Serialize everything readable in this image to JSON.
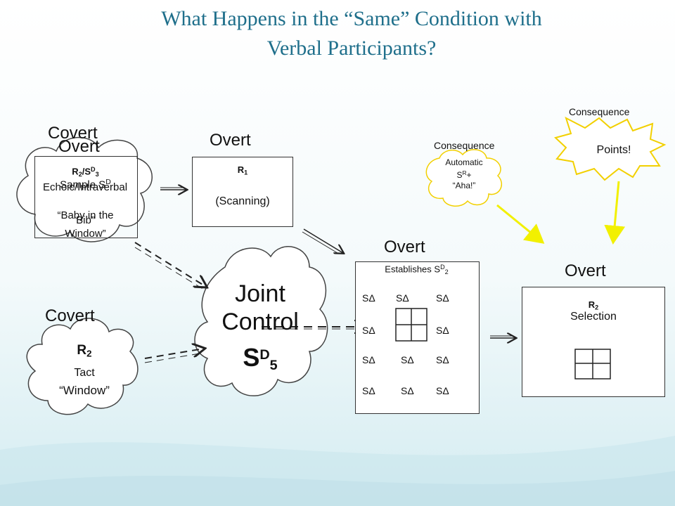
{
  "slide": {
    "title_line1": "What Happens in the “Same” Condition with",
    "title_line2": "Verbal Participants?"
  },
  "labels": {
    "covert_top": "Covert",
    "overt_top_left": "Overt",
    "overt_r1": "Overt",
    "covert_bottom": "Covert",
    "overt_middle": "Overt",
    "overt_right": "Overt",
    "consequence_left": "Consequence",
    "consequence_right": "Consequence"
  },
  "sample_box": {
    "r_main": "R",
    "r_sub": "2",
    "sd": "/S",
    "sd_sup": "D",
    "sd_sub": "3",
    "overlap_a": "Echoic/Intraverbal",
    "overlap_b": "Sample S",
    "overlap_b_sup": "D",
    "line3": "“Baby in the",
    "line3b": "Bib”",
    "line4": "Window”"
  },
  "r1_box": {
    "r": "R",
    "r_sub": "1",
    "text": "(Scanning)"
  },
  "tact_cloud": {
    "r": "R",
    "r_sub": "2",
    "tact": "Tact",
    "word": "“Window”"
  },
  "joint_control": {
    "line1": "Joint",
    "line2": "Control",
    "s": "S",
    "sup": "D",
    "sub": "5"
  },
  "array_box": {
    "establishes": "Establishes S",
    "est_sup": "D",
    "est_sub": "2",
    "sdelta": "SΔ"
  },
  "automatic_cloud": {
    "line1": "Automatic",
    "line2": "S",
    "line2_sup": "R",
    "line2_tail": "+",
    "line3": "“Aha!”"
  },
  "points": {
    "text": "Points!"
  },
  "selection_box": {
    "r": "R",
    "r_sub": "2",
    "text": "Selection"
  },
  "colors": {
    "title": "#1f6f8b",
    "arrow_yellow": "#f2f000",
    "background_top": "#ffffff",
    "background_bottom": "#d9eef2"
  }
}
